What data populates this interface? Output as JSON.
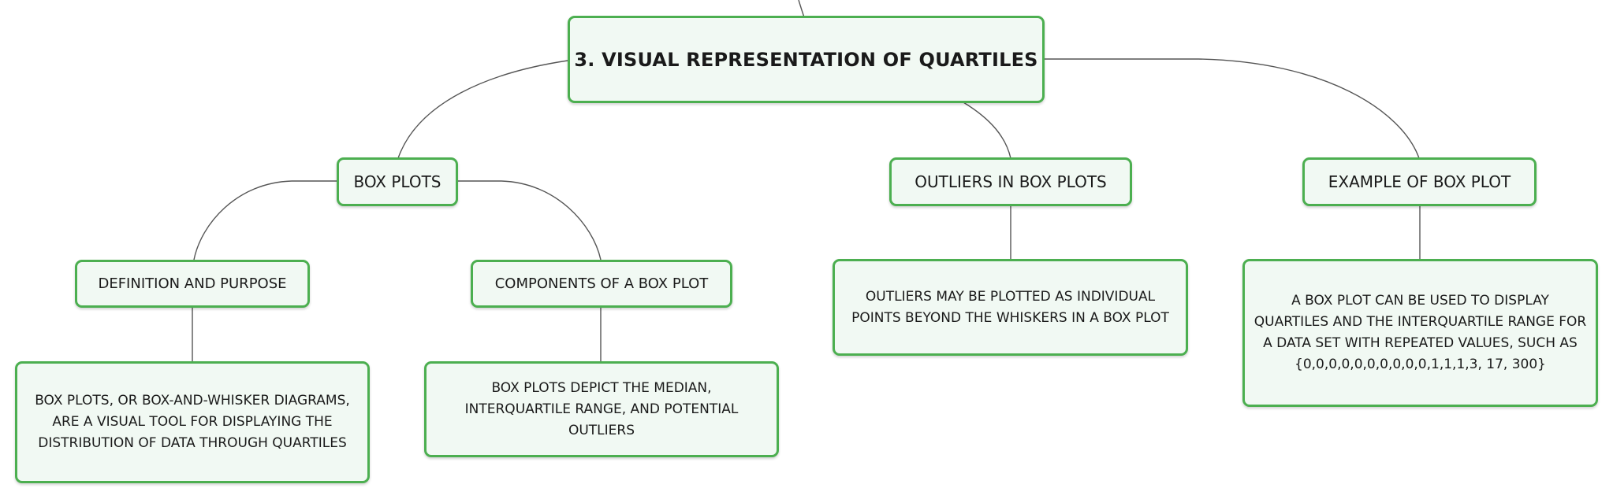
{
  "diagram": {
    "root": {
      "label": "3. VISUAL REPRESENTATION OF QUARTILES"
    },
    "box_plots": {
      "label": "BOX PLOTS",
      "definition": {
        "label": "DEFINITION AND PURPOSE",
        "detail": "BOX PLOTS, OR BOX-AND-WHISKER DIAGRAMS, ARE A VISUAL TOOL FOR DISPLAYING THE DISTRIBUTION OF DATA THROUGH QUARTILES"
      },
      "components": {
        "label": "COMPONENTS OF A BOX PLOT",
        "detail": "BOX PLOTS DEPICT THE MEDIAN, INTERQUARTILE RANGE, AND POTENTIAL OUTLIERS"
      }
    },
    "outliers": {
      "label": "OUTLIERS IN BOX PLOTS",
      "detail": "OUTLIERS MAY BE PLOTTED AS INDIVIDUAL POINTS BEYOND THE WHISKERS IN A BOX PLOT"
    },
    "example": {
      "label": "EXAMPLE OF BOX PLOT",
      "detail": "A BOX PLOT CAN BE USED TO DISPLAY QUARTILES AND THE INTERQUARTILE RANGE FOR A DATA SET WITH REPEATED VALUES, SUCH AS {0,0,0,0,0,0,0,0,0,0,1,1,1,3, 17, 300}"
    }
  },
  "colors": {
    "node_border": "#4caf50",
    "node_fill": "#f1f9f3",
    "connector": "#555555",
    "text": "#1a1a1a"
  }
}
